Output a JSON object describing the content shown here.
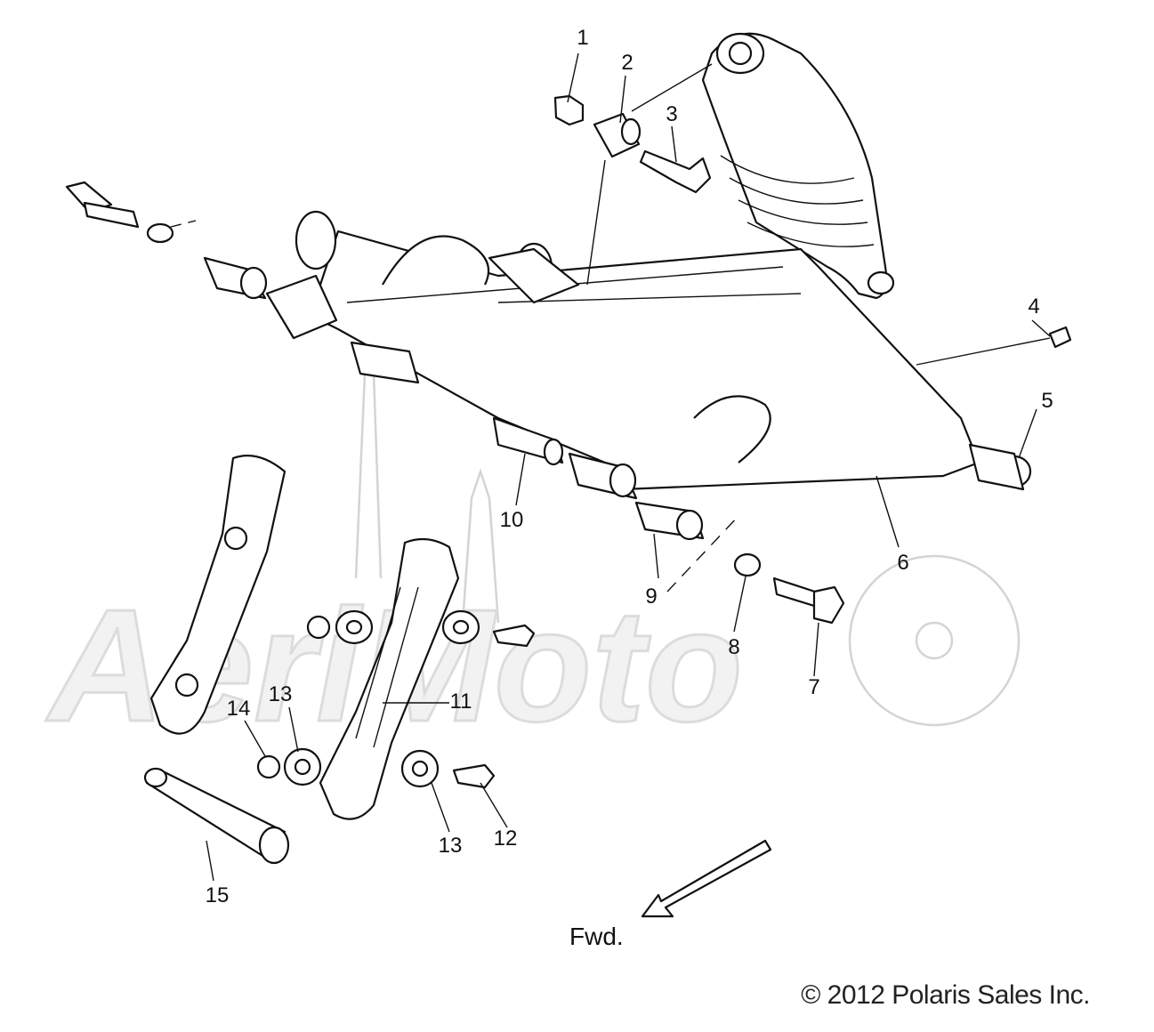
{
  "diagram": {
    "watermark_text": "AeriMoto",
    "direction_label": "Fwd.",
    "copyright": "© 2012 Polaris Sales Inc."
  },
  "callouts": [
    {
      "id": "1",
      "text": "1"
    },
    {
      "id": "2",
      "text": "2"
    },
    {
      "id": "3",
      "text": "3"
    },
    {
      "id": "4",
      "text": "4"
    },
    {
      "id": "5",
      "text": "5"
    },
    {
      "id": "6",
      "text": "6"
    },
    {
      "id": "7",
      "text": "7"
    },
    {
      "id": "8",
      "text": "8"
    },
    {
      "id": "9",
      "text": "9"
    },
    {
      "id": "10",
      "text": "10"
    },
    {
      "id": "11",
      "text": "11"
    },
    {
      "id": "12",
      "text": "12"
    },
    {
      "id": "13a",
      "text": "13"
    },
    {
      "id": "13b",
      "text": "13"
    },
    {
      "id": "14",
      "text": "14"
    },
    {
      "id": "15",
      "text": "15"
    }
  ]
}
